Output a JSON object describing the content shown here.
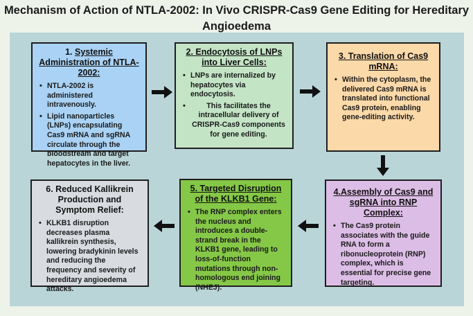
{
  "title_line1": "Mechanism of Action of NTLA-2002: In Vivo CRISPR-Cas9 Gene Editing for Hereditary",
  "title_line2": "Angioedema",
  "steps": [
    {
      "heading_num": "1. ",
      "heading": "Systemic Administration of NTLA-2002:",
      "bullets": [
        "NTLA-2002 is administered intravenously.",
        "Lipid nanoparticles (LNPs) encapsulating Cas9 mRNA and sgRNA circulate through the bloodstream and target hepatocytes in the liver."
      ]
    },
    {
      "heading": "2. Endocytosis of LNPs into Liver Cells:",
      "bullets": [
        "LNPs are internalized by hepatocytes via endocytosis.",
        "This facilitates the intracellular delivery of CRISPR-Cas9 components for gene editing."
      ]
    },
    {
      "heading": "3. Translation of Cas9 mRNA:",
      "bullets": [
        "Within the cytoplasm, the delivered Cas9 mRNA is translated into functional Cas9 protein, enabling gene-editing activity."
      ]
    },
    {
      "heading": "4.Assembly of Cas9 and sgRNA into RNP Complex:",
      "bullets": [
        "The Cas9 protein associates with the guide RNA to form a ribonucleoprotein (RNP) complex, which is essential for precise gene targeting."
      ]
    },
    {
      "heading": "5. Targeted Disruption of the KLKB1 Gene:",
      "bullets": [
        "The RNP complex enters the nucleus and introduces a double-strand break in the KLKB1 gene, leading to loss-of-function mutations through non-homologous end joining (NHEJ)."
      ]
    },
    {
      "heading": "6. Reduced Kallikrein Production and Symptom Relief:",
      "bullets": [
        "KLKB1 disruption decreases plasma kallikrein synthesis, lowering bradykinin levels and reducing the frequency and severity of hereditary angioedema attacks."
      ]
    }
  ],
  "colors": {
    "background": "#eef3ea",
    "panel": "#b9d5d8",
    "step1": "#a9d2f4",
    "step2": "#c3e4c5",
    "step3": "#fbd9a8",
    "step4": "#dcbde6",
    "step5": "#85c847",
    "step6": "#d8dce1",
    "arrow": "#111111"
  },
  "icons": [
    "arrow-right-icon",
    "arrow-down-icon",
    "arrow-left-icon"
  ]
}
